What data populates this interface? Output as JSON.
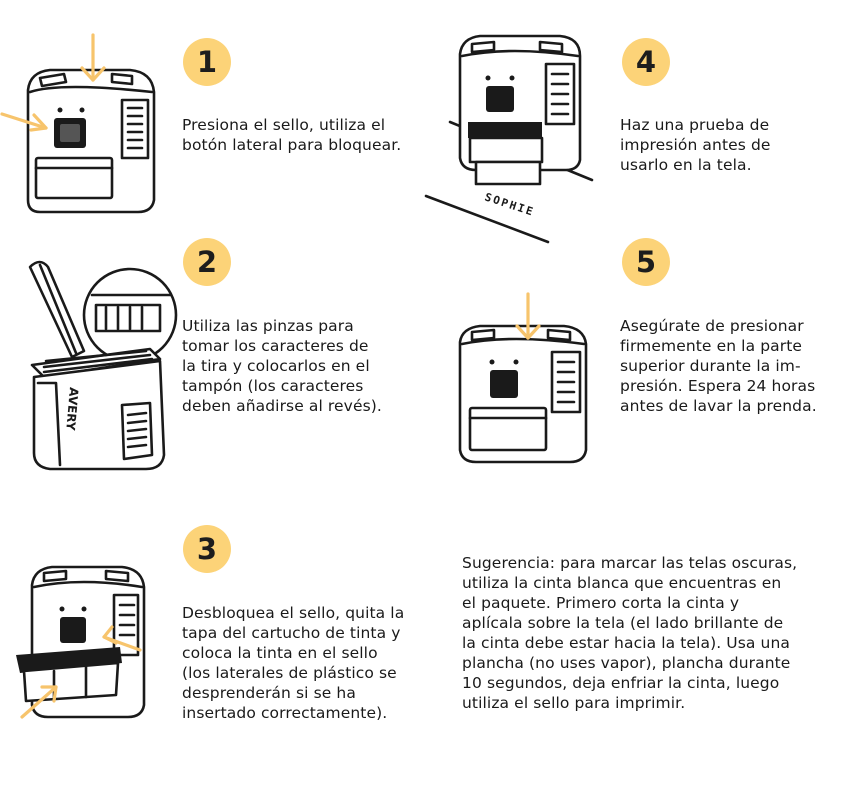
{
  "steps": [
    {
      "number": "1",
      "lines": [
        "Presiona el sello, utiliza el",
        "botón lateral para bloquear."
      ]
    },
    {
      "number": "2",
      "lines": [
        "Utiliza las pinzas para",
        "tomar los caracteres de",
        "la tira y colocarlos en el",
        "tampón (los caracteres",
        "deben añadirse al revés)."
      ]
    },
    {
      "number": "3",
      "lines": [
        "Desbloquea el sello, quita la",
        "tapa del cartucho de tinta y",
        "coloca la tinta en el sello",
        "(los laterales de plástico se",
        "desprenderán si se ha",
        "insertado correctamente)."
      ]
    },
    {
      "number": "4",
      "lines": [
        "Haz una prueba de",
        "impresión antes de",
        "usarlo en la tela."
      ]
    },
    {
      "number": "5",
      "lines": [
        "Asegúrate de presionar",
        "firmemente en la parte",
        "superior durante la im-",
        "presión. Espera 24 horas",
        "antes de lavar la prenda."
      ]
    }
  ],
  "tip": {
    "lines": [
      "Sugerencia: para marcar las telas oscuras,",
      "utiliza la cinta blanca que encuentras en",
      "el paquete. Primero corta la cinta y",
      "aplícala sobre la tela (el lado brillante de",
      "la cinta debe estar hacia la tela). Usa una",
      "plancha (no uses vapor), plancha durante",
      "10 segundos, deja enfriar la cinta, luego",
      "utiliza el sello para imprimir."
    ]
  },
  "illustrations": {
    "step2_brand": "AVERY",
    "step4_print": "SOPHIE"
  },
  "colors": {
    "accent": "#fcd378",
    "arrow": "#f7c46c",
    "ink": "#1a1a1a"
  }
}
